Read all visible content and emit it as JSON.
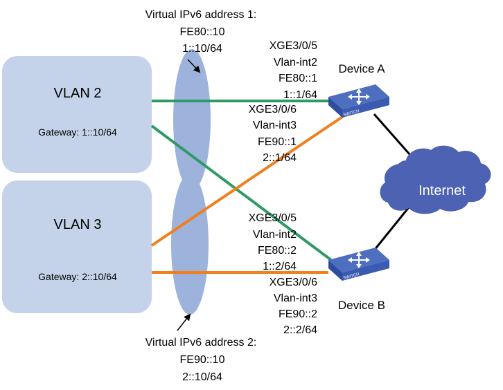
{
  "colors": {
    "vlan_box": "#c5d3ea",
    "vrrp_ellipse": "#9db3dc",
    "cloud": "#4d62b2",
    "switch_top": "#4e6fc0",
    "switch_side": "#2f4d9e",
    "green_link": "#2e9a66",
    "orange_link": "#f07f1c",
    "black_link": "#000000"
  },
  "vlan2": {
    "title": "VLAN 2",
    "gateway": "Gateway: 1::10/64"
  },
  "vlan3": {
    "title": "VLAN 3",
    "gateway": "Gateway: 2::10/64"
  },
  "vip1": {
    "line1": "Virtual IPv6 address 1:",
    "line2": "FE80::10",
    "line3": "1::10/64"
  },
  "vip2": {
    "line1": "Virtual IPv6 address 2:",
    "line2": "FE90::10",
    "line3": "2::10/64"
  },
  "deviceA": {
    "name": "Device A",
    "icon": "switch-icon",
    "icon_label": "SWITCH",
    "port1": {
      "iface": "XGE3/0/5",
      "vlan": "Vlan-int2",
      "ll": "FE80::1",
      "addr": "1::1/64"
    },
    "port2": {
      "iface": "XGE3/0/6",
      "vlan": "Vlan-int3",
      "ll": "FE90::1",
      "addr": "2::1/64"
    }
  },
  "deviceB": {
    "name": "Device B",
    "icon": "switch-icon",
    "icon_label": "SWITCH",
    "port1": {
      "iface": "XGE3/0/5",
      "vlan": "Vlan-int2",
      "ll": "FE80::2",
      "addr": "1::2/64"
    },
    "port2": {
      "iface": "XGE3/0/6",
      "vlan": "Vlan-int3",
      "ll": "FE90::2",
      "addr": "2::2/64"
    }
  },
  "internet": {
    "label": "Internet",
    "icon": "cloud-icon"
  }
}
